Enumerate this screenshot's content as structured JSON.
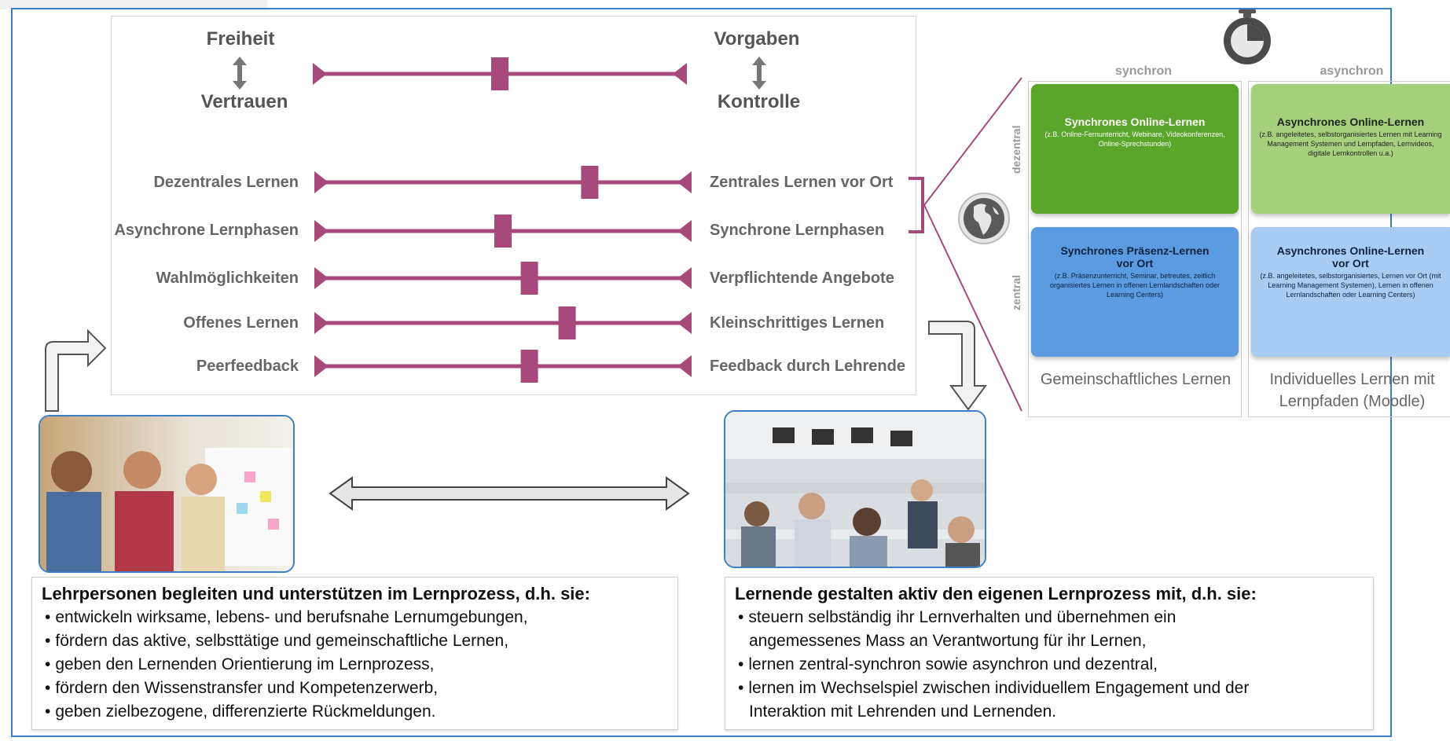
{
  "top_pair": {
    "left_top": "Freiheit",
    "left_bottom": "Vertrauen",
    "right_top": "Vorgaben",
    "right_bottom": "Kontrolle",
    "marker_fraction": 0.5
  },
  "sliders": [
    {
      "left": "Dezentrales Lernen",
      "right": "Zentrales Lernen vor Ort",
      "marker_fraction": 0.73
    },
    {
      "left": "Asynchrone Lernphasen",
      "right": "Synchrone Lernphasen",
      "marker_fraction": 0.5
    },
    {
      "left": "Wahlmöglichkeiten",
      "right": "Verpflichtende Angebote",
      "marker_fraction": 0.57
    },
    {
      "left": "Offenes Lernen",
      "right": "Kleinschrittiges Lernen",
      "marker_fraction": 0.67
    },
    {
      "left": "Peerfeedback",
      "right": "Feedback durch Lehrende",
      "marker_fraction": 0.57
    }
  ],
  "grid": {
    "col_synchron": "synchron",
    "col_asynchron": "asynchron",
    "row_dezentral": "dezentral",
    "row_zentral": "zentral",
    "cells": {
      "sync_online": {
        "title": "Synchrones Online-Lernen",
        "sub": "(z.B. Online-Fernunterricht, Webinare, Videokonferenzen, Online-Sprechstunden)"
      },
      "async_online": {
        "title": "Asynchrones Online-Lernen",
        "sub": "(z.B. angeleitetes, selbstorganisiertes Lernen mit Learning Management Systemen und Lernpfaden, Lernvideos, digitale Lernkontrollen u.a.)"
      },
      "sync_praesenz": {
        "title": "Synchrones Präsenz-Lernen vor Ort",
        "sub": "(z.B. Präsenzunterricht, Seminar, betreutes, zeitlich organisiertes Lernen in offenen Lernlandschaften oder Learning Centers)"
      },
      "async_vorort": {
        "title": "Asynchrones Online-Lernen vor Ort",
        "sub": "(z.B. angeleitetes, selbstorganisiertes, Lernen vor Ort (mit Learning Management Systemen), Lernen in offenen Lernlandschaften oder Learning Centers)"
      }
    },
    "bottom_left": "Gemeinschaftliches Lernen",
    "bottom_right": "Individuelles Lernen mit Lernpfaden (Moodle)"
  },
  "colors": {
    "slider": "#a8497c",
    "green_dark": "#5aa52a",
    "green_light": "#a6d17c",
    "blue_dark": "#5b9be0",
    "blue_light": "#a9cdf2",
    "frame": "#3b7fc4"
  },
  "icons": {
    "stopwatch": "stopwatch-icon",
    "globe": "globe-icon"
  },
  "teachers": {
    "title": "Lehrpersonen begleiten und unterstützen im Lernprozess, d.h. sie:",
    "items": [
      "entwickeln wirksame, lebens- und berufsnahe Lernumgebungen,",
      "fördern das aktive, selbsttätige und gemeinschaftliche Lernen,",
      "geben den Lernenden Orientierung im Lernprozess,",
      "fördern den Wissenstransfer und Kompetenzerwerb,",
      "geben zielbezogene, differenzierte Rückmeldungen."
    ]
  },
  "learners": {
    "title": "Lernende gestalten aktiv den eigenen Lernprozess mit, d.h. sie:",
    "items": [
      {
        "line1": "steuern selbständig ihr Lernverhalten und übernehmen ein",
        "line2": "angemessenes Mass an Verantwortung für ihr Lernen,"
      },
      {
        "line1": "lernen zentral-synchron sowie asynchron und dezentral,",
        "line2": ""
      },
      {
        "line1": "lernen im Wechselspiel zwischen individuellem Engagement und der",
        "line2": "Interaktion mit Lehrenden und Lernenden."
      }
    ]
  }
}
